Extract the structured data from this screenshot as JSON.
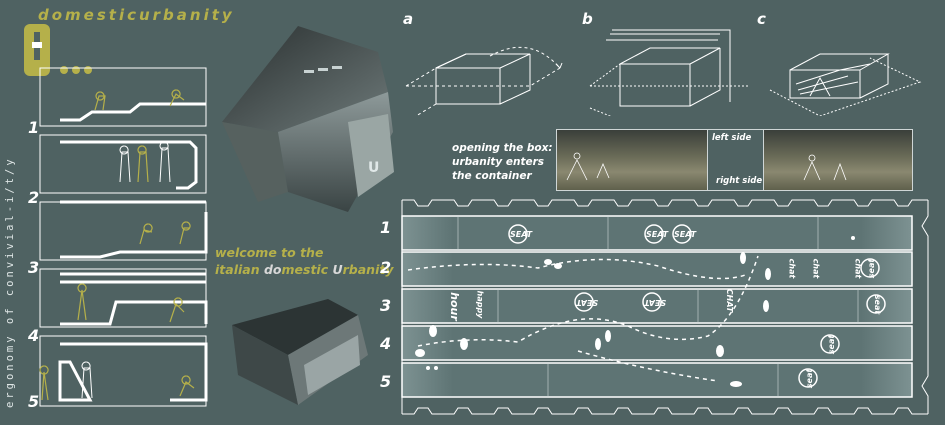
{
  "brand": "domesticurbanity",
  "logo": "U...",
  "vertical_text": "ergonomy of convivial-i/t/y",
  "section_numbers_left": [
    "1",
    "2",
    "3",
    "4",
    "5"
  ],
  "welcome": {
    "line1": "welcome to the",
    "line2_a": "italian ",
    "line2_b": "do",
    "line2_c": "mestic ",
    "line2_d": "U",
    "line2_e": "rbanity"
  },
  "steps": [
    "a",
    "b",
    "c"
  ],
  "caption": {
    "line1": "opening the box:",
    "line2": "urbanity enters",
    "line3": "the container"
  },
  "photo_labels": {
    "left": "left side",
    "right": "right side"
  },
  "plan": {
    "row_numbers": [
      "1",
      "2",
      "3",
      "4",
      "5"
    ],
    "seat_labels": [
      "SEAT",
      "SEAT",
      "SEAT",
      "SEAT",
      "SEAT",
      "seat",
      "seat",
      "seat",
      "seat"
    ],
    "words": {
      "hour": "hour",
      "happy": "happy",
      "chat": "CHAT",
      "chat2": "chat",
      "chat3": "chat",
      "chat4": "chat"
    }
  },
  "colors": {
    "background": "#4f6262",
    "accent": "#b5b04a",
    "line": "#ffffff"
  }
}
